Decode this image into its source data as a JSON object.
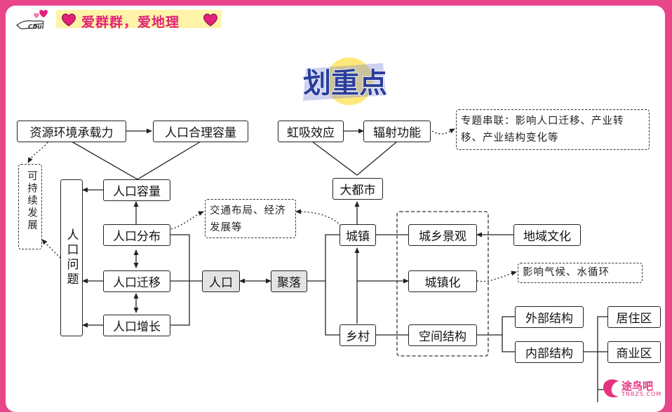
{
  "header": {
    "hand_text": "Chui",
    "slogan": "爱群群，爱地理"
  },
  "stamp": {
    "text": "划重点"
  },
  "nodes": {
    "resource": "资源环境承载力",
    "reasonable": "人口合理容量",
    "capacity": "人口容量",
    "distribution": "人口分布",
    "migration": "人口迁移",
    "growth": "人口增长",
    "problem": "人口问题",
    "population": "人口",
    "settlement": "聚落",
    "siphon": "虹吸效应",
    "radiation": "辐射功能",
    "metropolis": "大都市",
    "town": "城镇",
    "village": "乡村",
    "landscape": "城乡景观",
    "urbanization": "城镇化",
    "spatial": "空间结构",
    "culture": "地域文化",
    "external": "外部结构",
    "internal": "内部结构",
    "residential": "居住区",
    "commercial": "商业区"
  },
  "notes": {
    "sustainable": "可持续发展",
    "traffic": "交通布局、经济发展等",
    "topic": "专题串联：影响人口迁移、产业转移、产业结构变化等",
    "climate": "影响气候、水循环"
  },
  "watermark": {
    "text": "途鸟吧",
    "sub": "TNBZS.COM"
  },
  "colors": {
    "border": "#e8458b",
    "slogan": "#e2227a",
    "highlight": "#fff3a8",
    "gray_node": "#e3e3e3"
  }
}
